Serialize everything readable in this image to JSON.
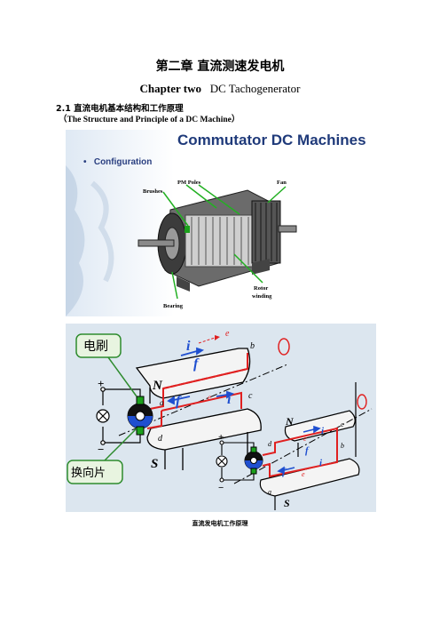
{
  "heading": {
    "title_cn": "第二章 直流测速发电机",
    "title_en_bold": "Chapter two",
    "title_en_rest": "DC Tachogenerator"
  },
  "section": {
    "number_title": "2.1 直流电机基本结构和工作原理",
    "subtitle": "（The Structure and Principle of a DC Machine）"
  },
  "slide": {
    "title": "Commutator DC Machines",
    "bullet": "Configuration",
    "labels": {
      "pm_poles": "PM Poles",
      "fan": "Fan",
      "brushes": "Brushes",
      "rotor_winding_1": "Rotor",
      "rotor_winding_2": "winding",
      "bearing": "Bearing"
    }
  },
  "diagram": {
    "brush_label": "电刷",
    "commutator_label": "换向片",
    "pole_n": "N",
    "pole_s": "S",
    "plus": "+",
    "minus": "−",
    "letters": {
      "a": "a",
      "b": "b",
      "c": "c",
      "d": "d",
      "e": "e",
      "i": "i",
      "f": "f"
    },
    "colors": {
      "background": "#dce6ef",
      "conductor": "#e02020",
      "arrow": "#1f4fd0",
      "callout": "#2e8b2e"
    }
  },
  "caption": "直流发电机工作原理"
}
